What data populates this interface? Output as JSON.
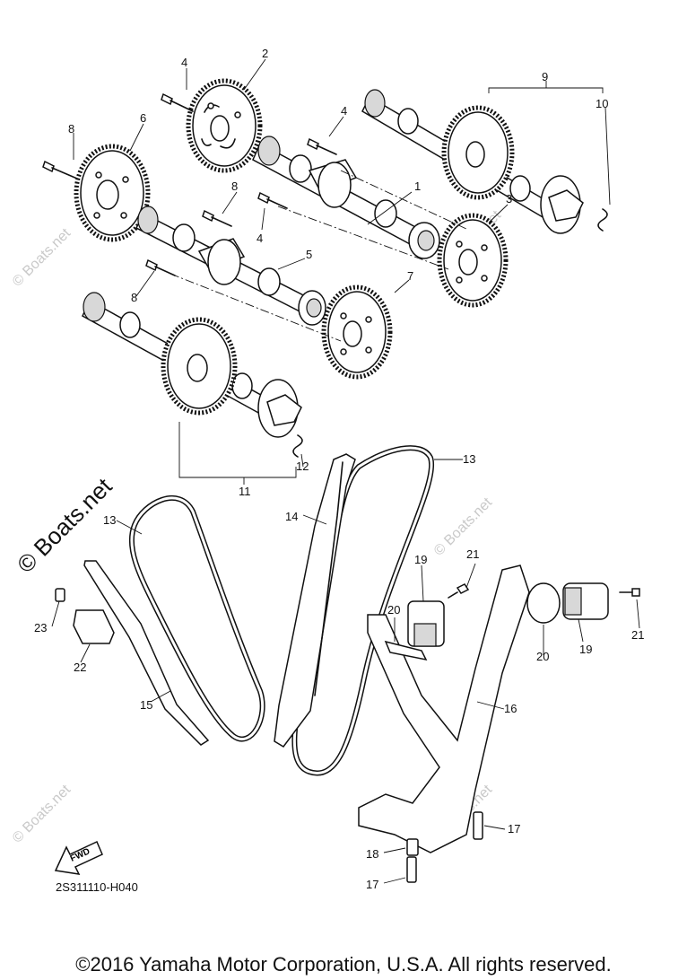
{
  "callouts": [
    {
      "num": "1"
    },
    {
      "num": "2"
    },
    {
      "num": "3"
    },
    {
      "num": "4"
    },
    {
      "num": "4"
    },
    {
      "num": "4"
    },
    {
      "num": "5"
    },
    {
      "num": "6"
    },
    {
      "num": "7"
    },
    {
      "num": "8"
    },
    {
      "num": "8"
    },
    {
      "num": "8"
    },
    {
      "num": "9"
    },
    {
      "num": "10"
    },
    {
      "num": "11"
    },
    {
      "num": "12"
    },
    {
      "num": "13"
    },
    {
      "num": "13"
    },
    {
      "num": "14"
    },
    {
      "num": "15"
    },
    {
      "num": "16"
    },
    {
      "num": "17"
    },
    {
      "num": "17"
    },
    {
      "num": "18"
    },
    {
      "num": "19"
    },
    {
      "num": "19"
    },
    {
      "num": "20"
    },
    {
      "num": "20"
    },
    {
      "num": "21"
    },
    {
      "num": "21"
    },
    {
      "num": "22"
    },
    {
      "num": "23"
    }
  ],
  "fwd_label": "FWD",
  "diagram_code": "2S311110-H040",
  "watermark": "© Boats.net",
  "watermark_small": "© Boats.net",
  "copyright": "©2016 Yamaha Motor Corporation, U.S.A. All rights reserved."
}
